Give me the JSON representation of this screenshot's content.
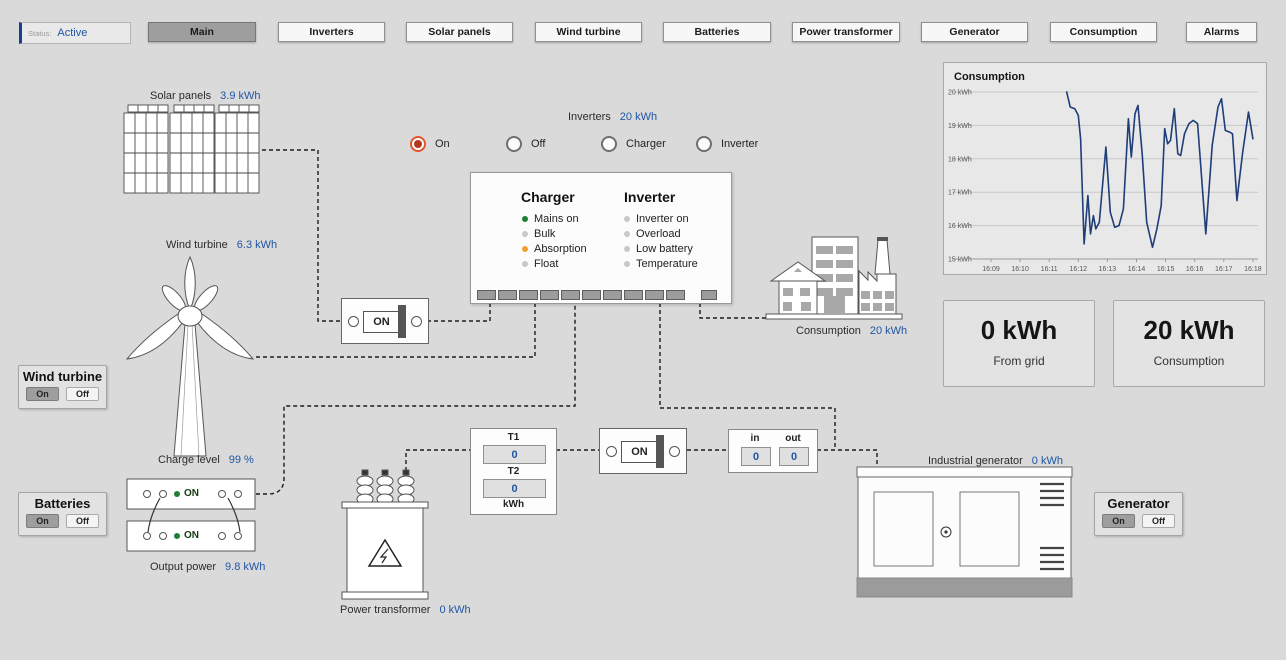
{
  "colors": {
    "accent_blue": "#2056a4",
    "chart_line": "#1f3d78",
    "radio_selected": "#e8542a",
    "led_green": "#1e7e34",
    "led_amber": "#f0a030",
    "led_off": "#c8c8c8",
    "active_button_bg": "#9e9e9e"
  },
  "status": {
    "label": "Status:",
    "value": "Active"
  },
  "toolbar": {
    "buttons": [
      {
        "label": "Main",
        "active": true
      },
      {
        "label": "Inverters",
        "active": false
      },
      {
        "label": "Solar panels",
        "active": false
      },
      {
        "label": "Wind turbine",
        "active": false
      },
      {
        "label": "Batteries",
        "active": false
      },
      {
        "label": "Power transformer",
        "active": false
      },
      {
        "label": "Generator",
        "active": false
      },
      {
        "label": "Consumption",
        "active": false
      },
      {
        "label": "Alarms",
        "active": false
      }
    ]
  },
  "solar": {
    "label": "Solar panels",
    "value": "3.9 kWh"
  },
  "wind": {
    "label": "Wind turbine",
    "value": "6.3 kWh"
  },
  "wind_control": {
    "title": "Wind turbine",
    "on": "On",
    "off": "Off",
    "state": "on"
  },
  "batteries_control": {
    "title": "Batteries",
    "on": "On",
    "off": "Off",
    "state": "on"
  },
  "generator_control": {
    "title": "Generator",
    "on": "On",
    "off": "Off",
    "state": "on"
  },
  "inverters": {
    "label": "Inverters",
    "value": "20 kWh",
    "radios": [
      {
        "label": "On",
        "selected": true
      },
      {
        "label": "Off",
        "selected": false
      },
      {
        "label": "Charger",
        "selected": false
      },
      {
        "label": "Inverter",
        "selected": false
      }
    ]
  },
  "charger_panel": {
    "charger": {
      "title": "Charger",
      "items": [
        {
          "label": "Mains on",
          "led": "green"
        },
        {
          "label": "Bulk",
          "led": "off"
        },
        {
          "label": "Absorption",
          "led": "amber"
        },
        {
          "label": "Float",
          "led": "off"
        }
      ]
    },
    "inverter": {
      "title": "Inverter",
      "items": [
        {
          "label": "Inverter on",
          "led": "off"
        },
        {
          "label": "Overload",
          "led": "off"
        },
        {
          "label": "Low battery",
          "led": "off"
        },
        {
          "label": "Temperature",
          "led": "off"
        }
      ]
    }
  },
  "battery_bank": {
    "charge_label": "Charge level",
    "charge_value": "99 %",
    "output_label": "Output power",
    "output_value": "9.8 kWh",
    "cell_led_label": "ON"
  },
  "switch1": {
    "label": "ON"
  },
  "switch2": {
    "label": "ON"
  },
  "meter_box": {
    "t1_label": "T1",
    "t1_value": "0",
    "t2_label": "T2",
    "t2_value": "0",
    "unit": "kWh"
  },
  "transformer": {
    "label": "Power transformer",
    "value": "0 kWh"
  },
  "inout_box": {
    "in_label": "in",
    "in_value": "0",
    "out_label": "out",
    "out_value": "0"
  },
  "building": {
    "label": "Consumption",
    "value": "20 kWh"
  },
  "generator": {
    "label": "Industrial generator",
    "value": "0 kWh"
  },
  "cards": {
    "from_grid": {
      "value": "0 kWh",
      "label": "From grid"
    },
    "consumption": {
      "value": "20 kWh",
      "label": "Consumption"
    }
  },
  "chart_data": {
    "type": "line",
    "title": "Consumption",
    "ylim": [
      15,
      20
    ],
    "xlim": [
      8.3,
      18.1
    ],
    "grid": true,
    "legend_position": "none",
    "yticks": [
      {
        "v": 20,
        "label": "20 kWh"
      },
      {
        "v": 19,
        "label": "19 kWh"
      },
      {
        "v": 18,
        "label": "18 kWh"
      },
      {
        "v": 17,
        "label": "17 kWh"
      },
      {
        "v": 16,
        "label": "16 kWh"
      },
      {
        "v": 15,
        "label": "15 kWh"
      }
    ],
    "xticks": [
      {
        "t": 9,
        "label": "16:09"
      },
      {
        "t": 10,
        "label": "16:10"
      },
      {
        "t": 11,
        "label": "16:11"
      },
      {
        "t": 12,
        "label": "16:12"
      },
      {
        "t": 13,
        "label": "16:13"
      },
      {
        "t": 14,
        "label": "16:14"
      },
      {
        "t": 15,
        "label": "16:15"
      },
      {
        "t": 16,
        "label": "16:16"
      },
      {
        "t": 17,
        "label": "16:17"
      },
      {
        "t": 18,
        "label": "16:18"
      }
    ],
    "series": [
      {
        "name": "Consumption",
        "color": "#1f3d78",
        "points": [
          [
            11.6,
            20.0
          ],
          [
            11.72,
            19.55
          ],
          [
            11.88,
            19.5
          ],
          [
            12.0,
            19.3
          ],
          [
            12.08,
            18.6
          ],
          [
            12.2,
            15.45
          ],
          [
            12.33,
            16.9
          ],
          [
            12.42,
            15.75
          ],
          [
            12.52,
            16.3
          ],
          [
            12.6,
            15.9
          ],
          [
            12.72,
            16.1
          ],
          [
            12.95,
            18.35
          ],
          [
            13.1,
            16.4
          ],
          [
            13.25,
            15.95
          ],
          [
            13.4,
            16.0
          ],
          [
            13.55,
            16.5
          ],
          [
            13.72,
            19.2
          ],
          [
            13.82,
            18.05
          ],
          [
            13.95,
            19.35
          ],
          [
            14.05,
            19.6
          ],
          [
            14.2,
            18.1
          ],
          [
            14.35,
            16.1
          ],
          [
            14.55,
            15.35
          ],
          [
            14.7,
            15.9
          ],
          [
            14.85,
            16.6
          ],
          [
            14.97,
            18.9
          ],
          [
            15.07,
            18.45
          ],
          [
            15.17,
            18.55
          ],
          [
            15.3,
            19.5
          ],
          [
            15.42,
            18.15
          ],
          [
            15.52,
            18.1
          ],
          [
            15.65,
            18.75
          ],
          [
            15.8,
            19.05
          ],
          [
            15.95,
            19.15
          ],
          [
            16.1,
            19.05
          ],
          [
            16.38,
            15.75
          ],
          [
            16.6,
            18.4
          ],
          [
            16.8,
            19.55
          ],
          [
            16.92,
            19.8
          ],
          [
            17.05,
            18.85
          ],
          [
            17.2,
            18.8
          ],
          [
            17.3,
            18.75
          ],
          [
            17.45,
            16.75
          ],
          [
            17.65,
            18.2
          ],
          [
            17.85,
            19.4
          ],
          [
            18.0,
            18.6
          ]
        ]
      }
    ]
  }
}
